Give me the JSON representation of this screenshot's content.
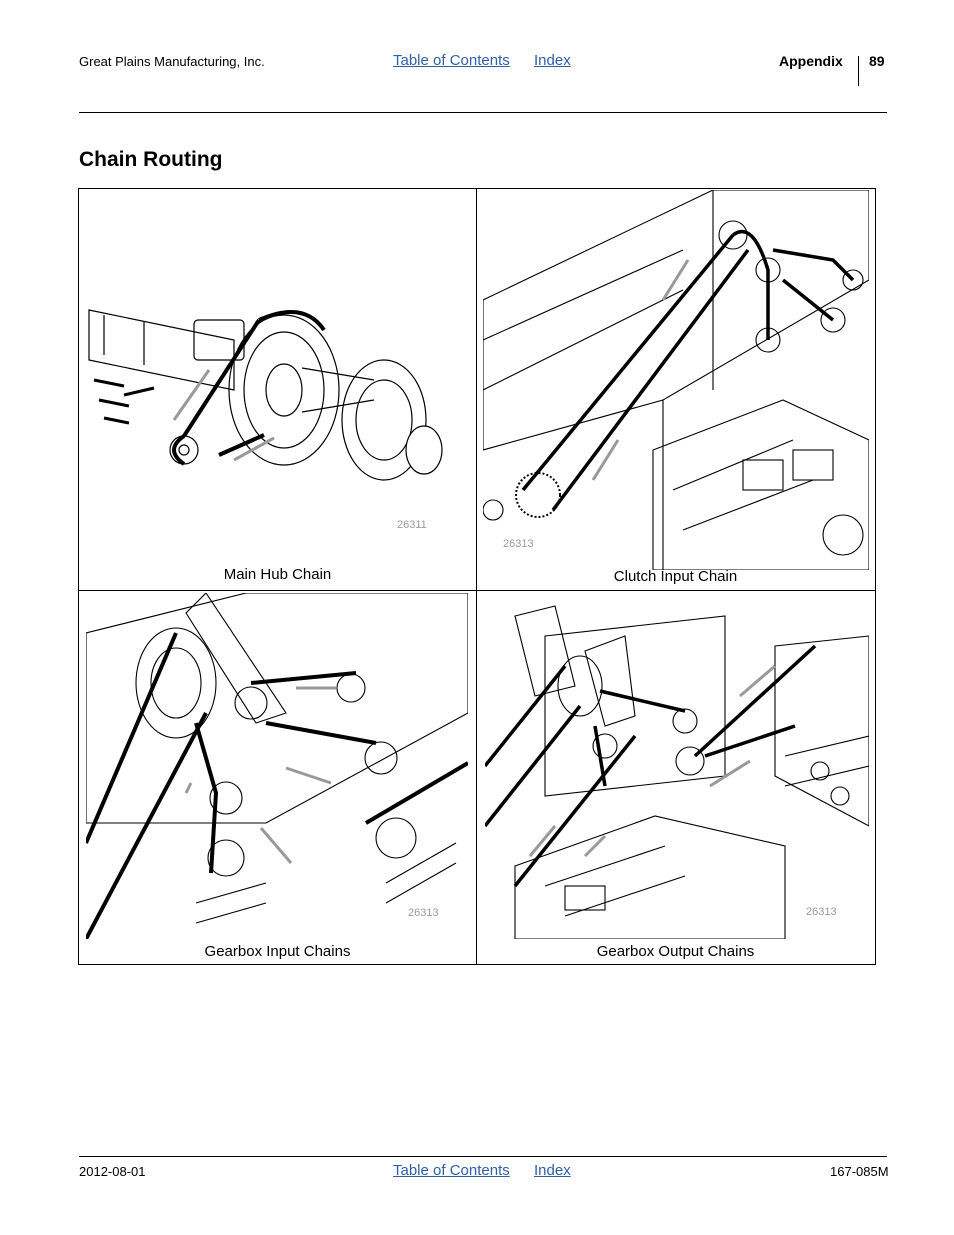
{
  "header": {
    "company": "Great Plains Manufacturing, Inc.",
    "nav": {
      "toc": "Table of Contents",
      "index": "Index"
    },
    "section": "Appendix",
    "page": "89"
  },
  "title": "Chain Routing",
  "figures": [
    {
      "caption": "Main Hub Chain",
      "number": "26311"
    },
    {
      "caption": "Clutch Input Chain",
      "number": "26313"
    },
    {
      "caption": "Gearbox Input Chains",
      "number": "26313"
    },
    {
      "caption": "Gearbox Output Chains",
      "number": "26313"
    }
  ],
  "footer": {
    "date": "2012-08-01",
    "nav": {
      "toc": "Table of Contents",
      "index": "Index"
    },
    "doc_number": "167-085M"
  }
}
